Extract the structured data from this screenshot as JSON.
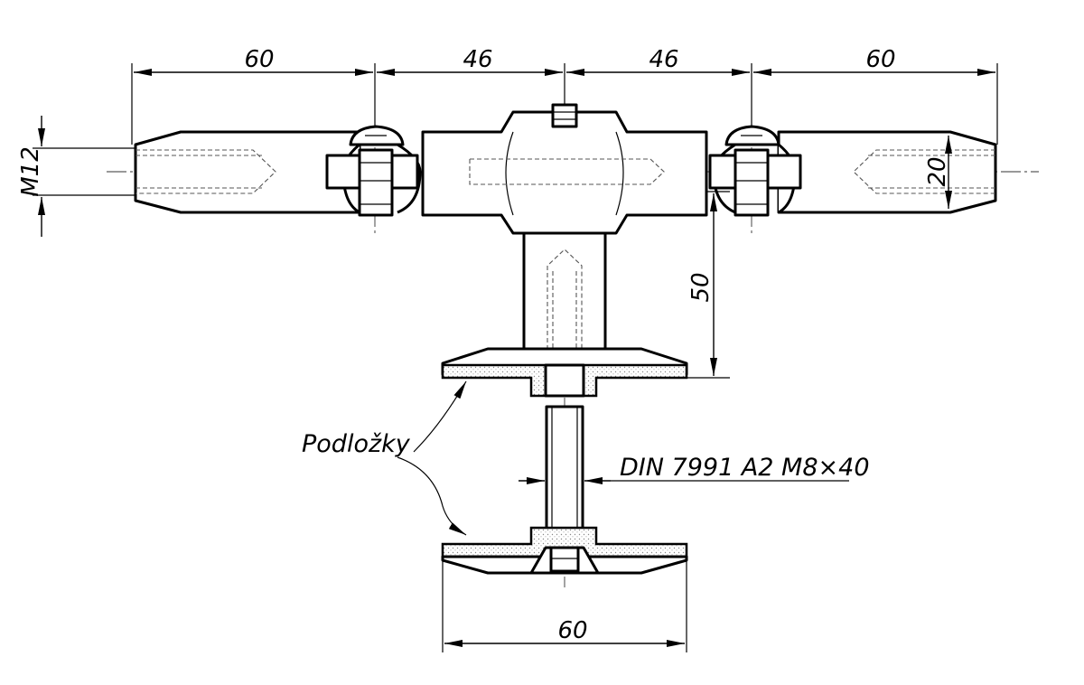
{
  "dimensions": {
    "left_arm_length": "60",
    "left_center_width": "46",
    "right_center_width": "46",
    "right_arm_length": "60",
    "thread_size": "M12",
    "arm_diameter": "20",
    "stem_height": "50",
    "washer_diameter": "60"
  },
  "labels": {
    "washers": "Podložky",
    "screw_spec": "DIN 7991 A2 M8×40"
  }
}
